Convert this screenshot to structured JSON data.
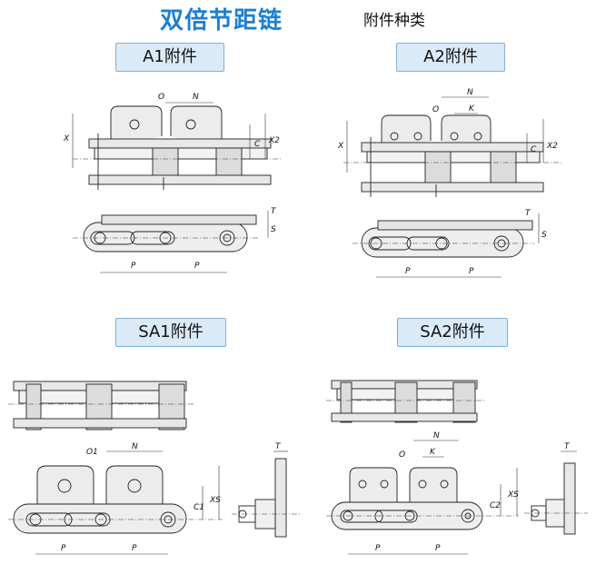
{
  "header": {
    "title": "双倍节距链",
    "subtitle": "附件种类"
  },
  "sections": [
    {
      "label": "A1附件",
      "dims": {
        "o": "O",
        "n": "N",
        "x": "X",
        "c": "C",
        "x2": "X2",
        "t": "T",
        "s": "S",
        "p1": "P",
        "p2": "P"
      }
    },
    {
      "label": "A2附件",
      "dims": {
        "o": "O",
        "n": "N",
        "k": "K",
        "x": "X",
        "c": "C",
        "x2": "X2",
        "t": "T",
        "s": "S",
        "p1": "P",
        "p2": "P"
      }
    },
    {
      "label": "SA1附件",
      "dims": {
        "o1": "O1",
        "n": "N",
        "c1": "C1",
        "xs": "XS",
        "t": "T",
        "p1": "P",
        "p2": "P"
      }
    },
    {
      "label": "SA2附件",
      "dims": {
        "o": "O",
        "n": "N",
        "k": "K",
        "c2": "C2",
        "xs": "XS",
        "t": "T",
        "p1": "P",
        "p2": "P"
      }
    }
  ]
}
